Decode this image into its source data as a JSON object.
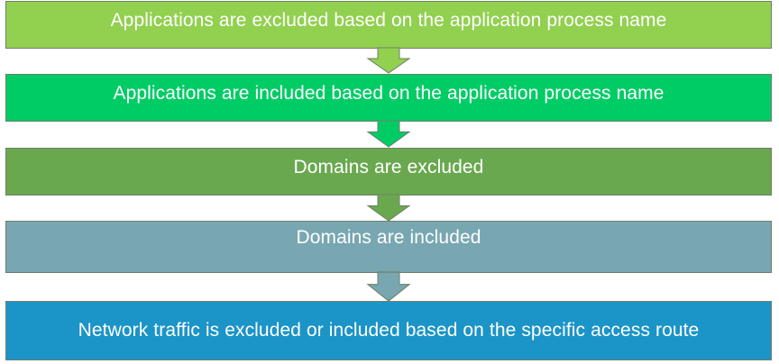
{
  "steps": [
    {
      "label": "Applications are excluded based on the application process name",
      "color": "#92d050"
    },
    {
      "label": "Applications are included based on the application process name",
      "color": "#00cc66"
    },
    {
      "label": "Domains are excluded",
      "color": "#6aa84f"
    },
    {
      "label": "Domains are included",
      "color": "#78a7b1"
    },
    {
      "label": "Network traffic is excluded or included based on the specific access route",
      "color": "#1b94c8"
    }
  ],
  "arrows": [
    {
      "color": "#92d050"
    },
    {
      "color": "#00cc66"
    },
    {
      "color": "#6aa84f"
    },
    {
      "color": "#78a7b1"
    }
  ]
}
